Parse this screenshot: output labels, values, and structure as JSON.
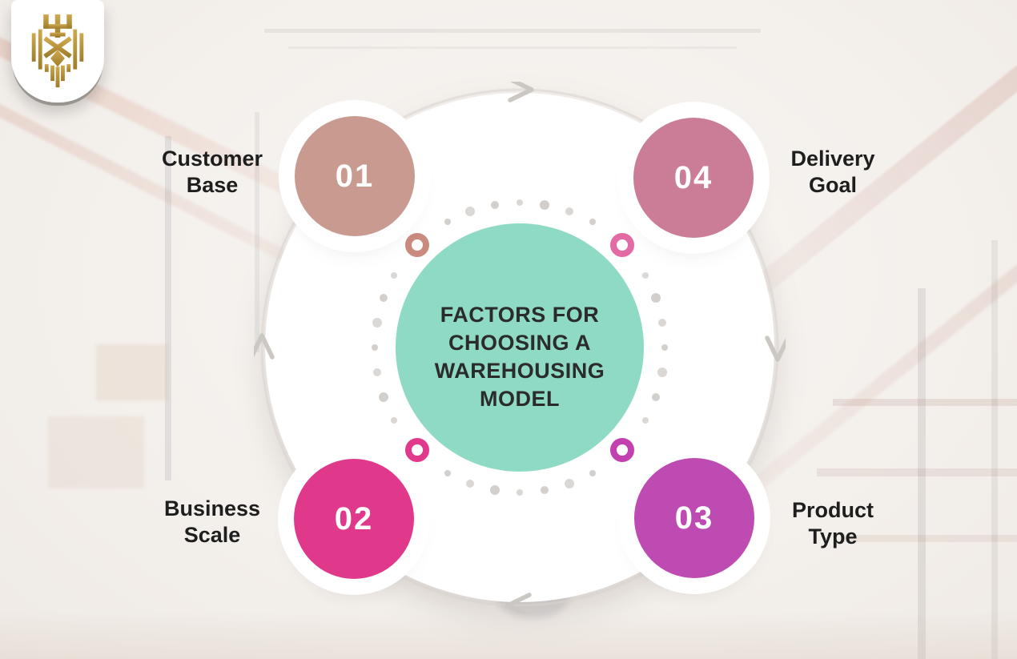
{
  "logo": {
    "icon_name": "gold-lion-crest-icon"
  },
  "diagram": {
    "center_title_lines": [
      "FACTORS FOR",
      "CHOOSING A",
      "WAREHOUSING",
      "MODEL"
    ],
    "flow_direction": "clockwise",
    "factors": [
      {
        "number": "01",
        "label_lines": [
          "Customer",
          "Base"
        ],
        "color": "#C89A90",
        "position": "top-left"
      },
      {
        "number": "02",
        "label_lines": [
          "Business",
          "Scale"
        ],
        "color": "#E0398C",
        "position": "bottom-left"
      },
      {
        "number": "03",
        "label_lines": [
          "Product",
          "Type"
        ],
        "color": "#BE4BB2",
        "position": "bottom-right"
      },
      {
        "number": "04",
        "label_lines": [
          "Delivery",
          "Goal"
        ],
        "color": "#CB7D97",
        "position": "top-right"
      }
    ]
  },
  "decor": {
    "teal": "#8FDAC5",
    "dot_color": "#DBD7D4",
    "dot_color_alt": "#D3CFCC",
    "arrow_color": "#CBC7C2",
    "ring_color": "#D8D4CF",
    "gold_light": "#CFA94F",
    "gold_dark": "#9E7D2B",
    "donut_colors": {
      "top_left": "#CB8A7E",
      "top_right": "#E26AA5",
      "bottom_left": "#E13A8D",
      "bottom_right": "#C340B1"
    }
  }
}
